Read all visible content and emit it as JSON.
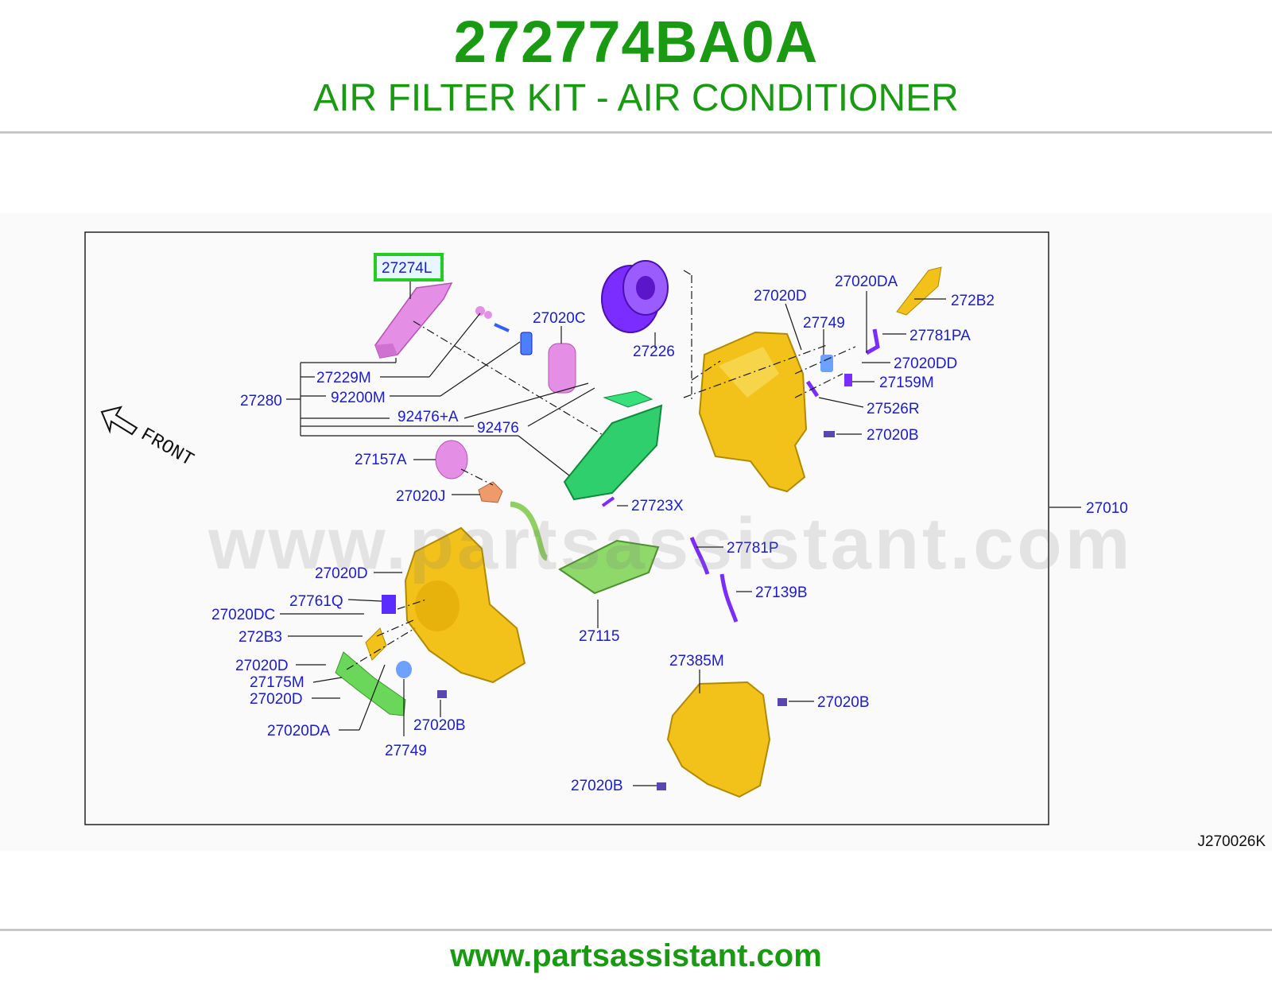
{
  "header": {
    "part_number": "272774BA0A",
    "title": "AIR FILTER KIT - AIR CONDITIONER"
  },
  "diagram": {
    "highlighted_callout": "27274L",
    "callouts": {
      "c27274L": "27274L",
      "c27020C": "27020C",
      "c27226": "27226",
      "c27020D_a": "27020D",
      "c27020DA_a": "27020DA",
      "c272B2": "272B2",
      "c27749_a": "27749",
      "c27781PA": "27781PA",
      "c27020DD": "27020DD",
      "c27159M": "27159M",
      "c27526R": "27526R",
      "c27020B_a": "27020B",
      "c27229M": "27229M",
      "c27280": "27280",
      "c92200M": "92200M",
      "c92476A": "92476+A",
      "c92476": "92476",
      "c27157A": "27157A",
      "c27020J": "27020J",
      "c27723X": "27723X",
      "c27010": "27010",
      "c27781P": "27781P",
      "c27139B": "27139B",
      "c27020D_b": "27020D",
      "c27761Q": "27761Q",
      "c27020DC": "27020DC",
      "c272B3": "272B3",
      "c27115": "27115",
      "c27020D_c": "27020D",
      "c27175M": "27175M",
      "c27020D_d": "27020D",
      "c27020DA_b": "27020DA",
      "c27020B_b": "27020B",
      "c27749_b": "27749",
      "c27385M": "27385M",
      "c27020B_c": "27020B",
      "c27020B_d": "27020B"
    },
    "front_label": "FRONT",
    "reference_code": "J270026K",
    "watermark": "www.partsassistant.com"
  },
  "footer": {
    "url": "www.partsassistant.com"
  },
  "colors": {
    "brand_green": "#1a9a12",
    "callout_blue": "#1b1bd0",
    "highlight_box": "#22cc22",
    "housing_yellow": "#f2c21a",
    "filter_pink": "#e58ee5",
    "blower_purple": "#7b2cff",
    "core_green": "#2fcf6e"
  }
}
